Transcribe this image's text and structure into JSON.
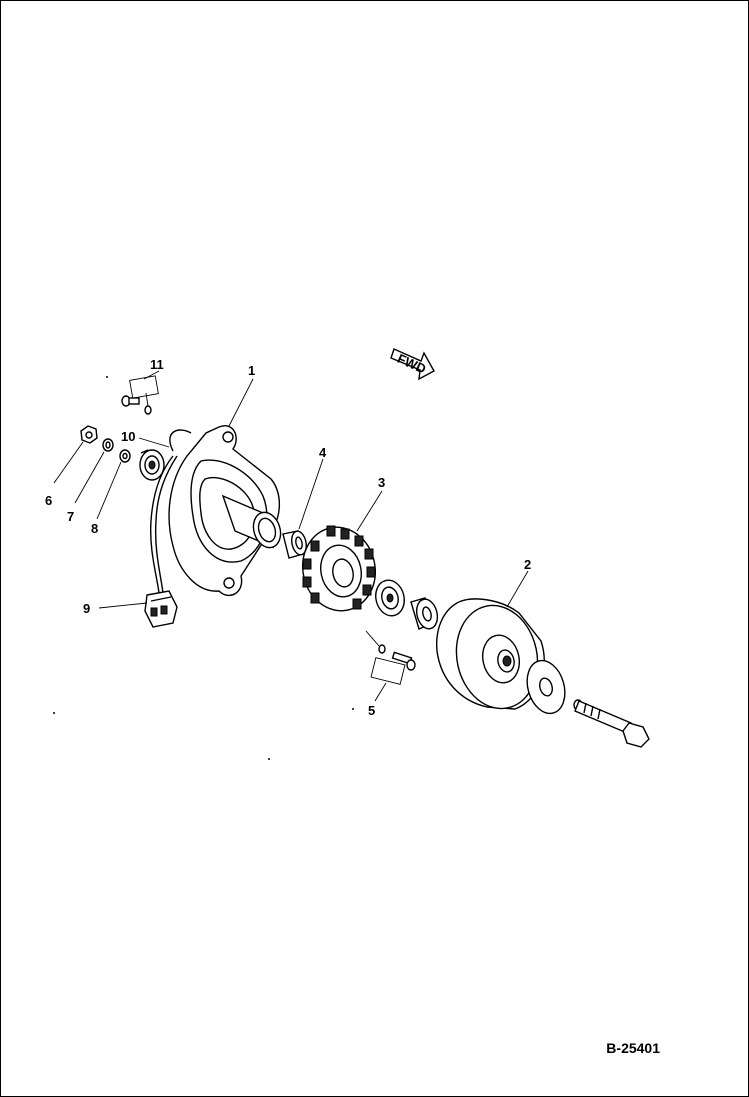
{
  "drawing": {
    "direction_label": "FWD",
    "reference_code": "B-25401",
    "callouts": [
      {
        "id": "1",
        "label": "1"
      },
      {
        "id": "2",
        "label": "2"
      },
      {
        "id": "3",
        "label": "3"
      },
      {
        "id": "4",
        "label": "4"
      },
      {
        "id": "5",
        "label": "5"
      },
      {
        "id": "6",
        "label": "6"
      },
      {
        "id": "7",
        "label": "7"
      },
      {
        "id": "8",
        "label": "8"
      },
      {
        "id": "9",
        "label": "9"
      },
      {
        "id": "10",
        "label": "10"
      },
      {
        "id": "11",
        "label": "11"
      }
    ]
  }
}
